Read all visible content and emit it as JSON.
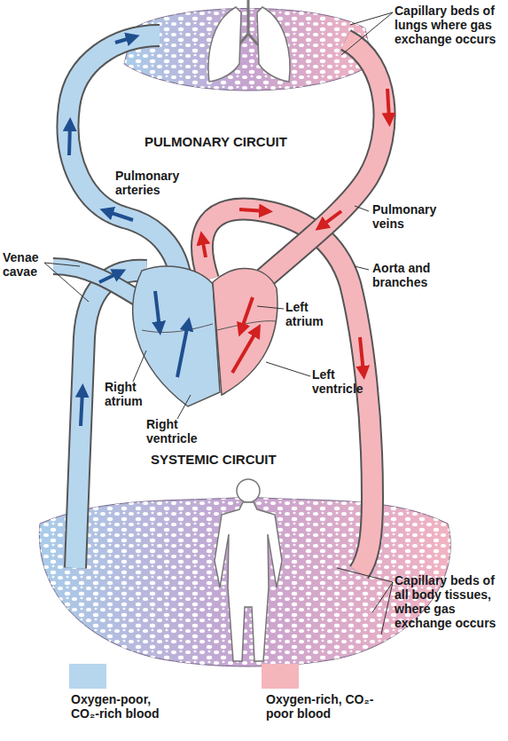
{
  "diagram": {
    "labels": [
      "Capillary beds of lungs where gas exchange occurs",
      "PULMONARY CIRCUIT",
      "Pulmonary arteries",
      "Pulmonary veins",
      "Venae cavae",
      "Aorta and branches",
      "Left atrium",
      "Left ventricle",
      "Right atrium",
      "Right ventricle",
      "SYSTEMIC CIRCUIT",
      "Capillary beds of all body tissues, where gas exchange occurs"
    ],
    "legend": [
      {
        "text": "Oxygen-poor, CO₂-rich blood",
        "color": "#b6d6ee"
      },
      {
        "text": "Oxygen-rich, CO₂-poor blood",
        "color": "#f5b6bb"
      }
    ]
  }
}
